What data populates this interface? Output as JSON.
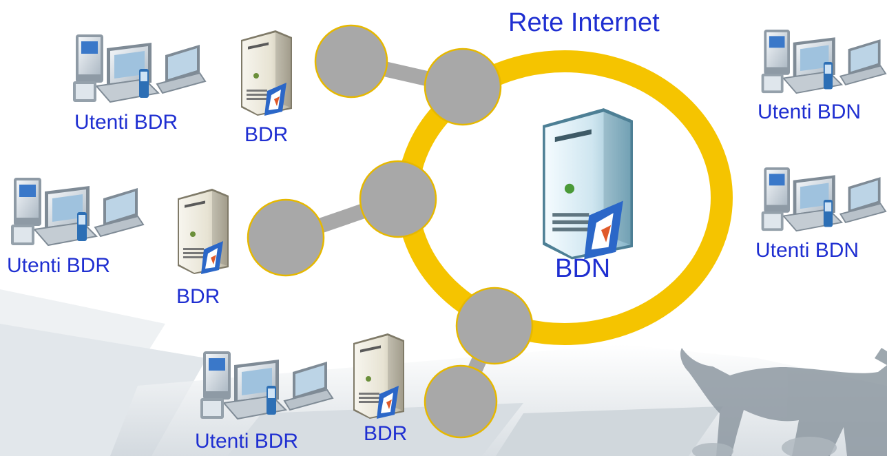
{
  "title": "Rete Internet",
  "nodes": {
    "central_server": "BDN",
    "regional_servers": [
      "BDR",
      "BDR",
      "BDR"
    ]
  },
  "user_groups": {
    "regional": [
      "Utenti BDR",
      "Utenti BDR",
      "Utenti BDR"
    ],
    "national": [
      "Utenti BDN",
      "Utenti BDN"
    ]
  },
  "colors": {
    "label_text": "#1f2fd1",
    "ring": "#f5c400",
    "connector": "#a8a8a8",
    "connector_outline": "#e6b800",
    "server_regional": "#efece0",
    "server_central": "#cfe6f0"
  },
  "icons": [
    "user-devices-icon",
    "server-icon",
    "bull-silhouette-icon"
  ]
}
